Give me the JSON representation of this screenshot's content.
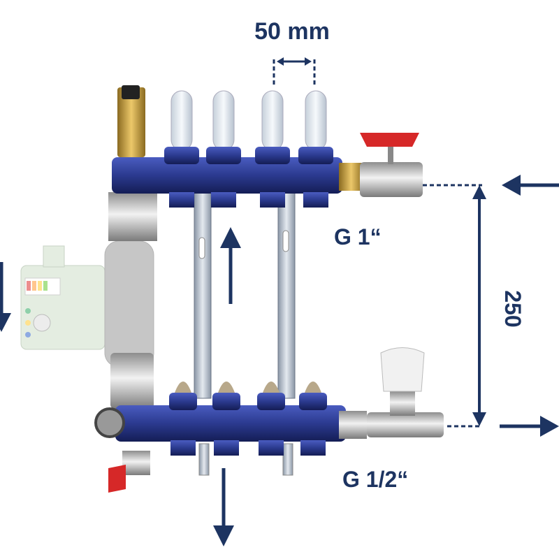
{
  "dimensions": {
    "spacing_label": "50 mm",
    "height_label": "250",
    "top_thread_label": "G 1“",
    "bottom_thread_label": "G 1/2“"
  },
  "colors": {
    "annotation": "#1d3461",
    "manifold_blue": "#2b3a8f",
    "brass": "#c9a24a",
    "valve_red": "#d62828",
    "pump_green": "#cfe0c9"
  }
}
